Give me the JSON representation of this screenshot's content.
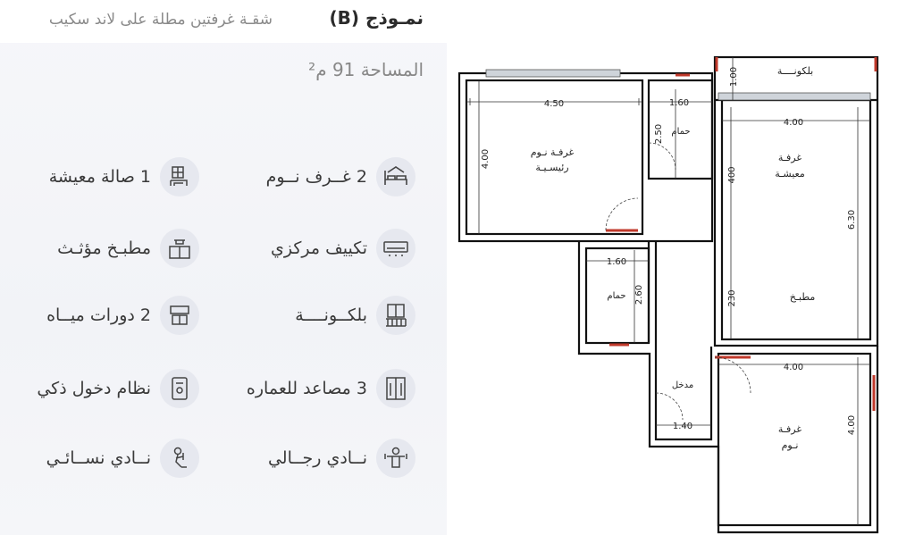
{
  "header": {
    "title": "نمـوذج (B)",
    "subtitle": "شقـة غرفتين مطلة على لاند سكيب",
    "area": "المساحة 91 م²"
  },
  "features": [
    {
      "label": "2 غــرف نــوم",
      "icon": "bed-icon"
    },
    {
      "label": "1 صالة معيشة",
      "icon": "living-room-icon"
    },
    {
      "label": "تكييف مركزي",
      "icon": "air-conditioner-icon"
    },
    {
      "label": "مطبـخ مؤثـث",
      "icon": "kitchen-icon"
    },
    {
      "label": "بلكــونــــة",
      "icon": "balcony-icon"
    },
    {
      "label": "2 دورات ميــاه",
      "icon": "bathroom-icon"
    },
    {
      "label": "3 مصاعد للعماره",
      "icon": "elevator-icon"
    },
    {
      "label": "نظام دخول ذكي",
      "icon": "smart-lock-icon"
    },
    {
      "label": "نــادي رجــالي",
      "icon": "mens-gym-icon"
    },
    {
      "label": "نــادي نســائـي",
      "icon": "womens-gym-icon"
    }
  ],
  "plan": {
    "balcony": "بلكونــــة",
    "balcony_dim": "1.00",
    "living_w": "4.00",
    "living_label_1": "غرفـة",
    "living_label_2": "معيشـة",
    "living_h1": "400",
    "living_h2": "230",
    "total_h": "6.30",
    "kitchen": "مطبـخ",
    "master_w": "4.50",
    "master_h": "4.00",
    "master_label_1": "غرفـة نـوم",
    "master_label_2": "رئيسـيـة",
    "bath1_w": "1.60",
    "bath1_h": "2.50",
    "bath1": "حمام",
    "bath2_w": "1.60",
    "bath2_h": "2.60",
    "bath2": "حمام",
    "entry": "مدخل",
    "entry_w": "1.40",
    "bed2_w": "4.00",
    "bed2_h": "4.00",
    "bed2_label_1": "غرفـة",
    "bed2_label_2": "نـوم"
  }
}
